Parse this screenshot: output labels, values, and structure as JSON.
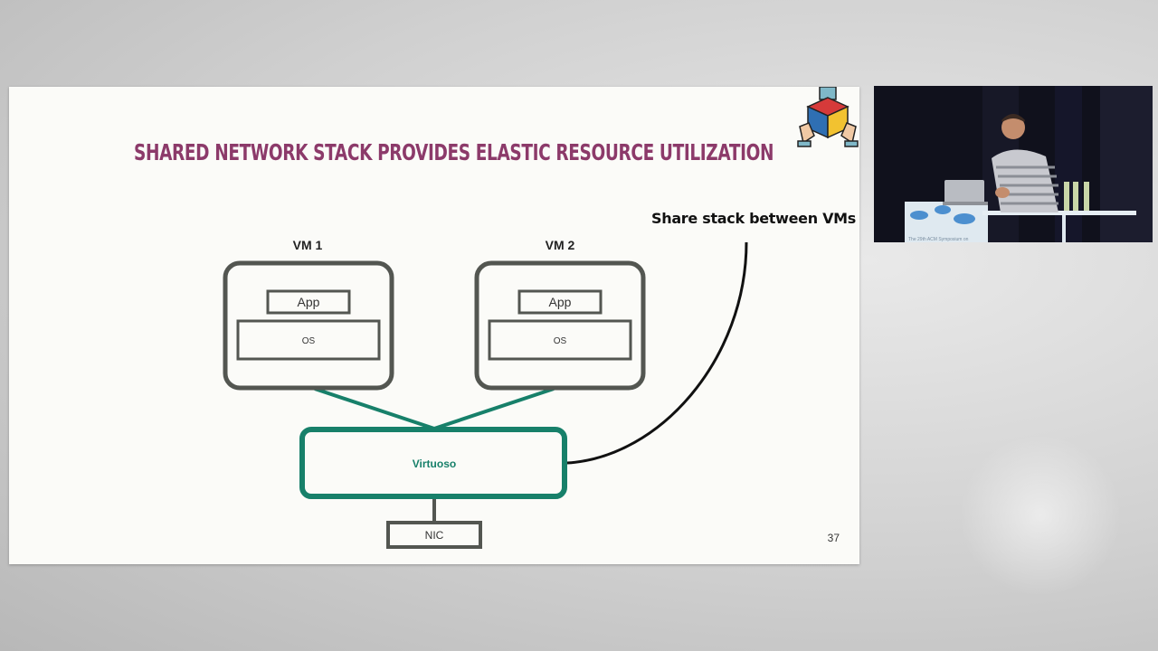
{
  "slide": {
    "title": "Shared network stack provides elastic resource utilization",
    "page_number": "37",
    "callout": "Share stack between VMs"
  },
  "diagram": {
    "vm1": {
      "label": "VM 1",
      "app": "App",
      "os": "OS"
    },
    "vm2": {
      "label": "VM 2",
      "app": "App",
      "os": "OS"
    },
    "hypervisor": "Virtuoso",
    "nic": "NIC"
  },
  "colors": {
    "title": "#8c3a6a",
    "vm_border": "#535651",
    "virtuoso": "#17806a",
    "callout_line": "#111111"
  },
  "video": {
    "banner_text": "The 29th ACM Symposium on"
  }
}
